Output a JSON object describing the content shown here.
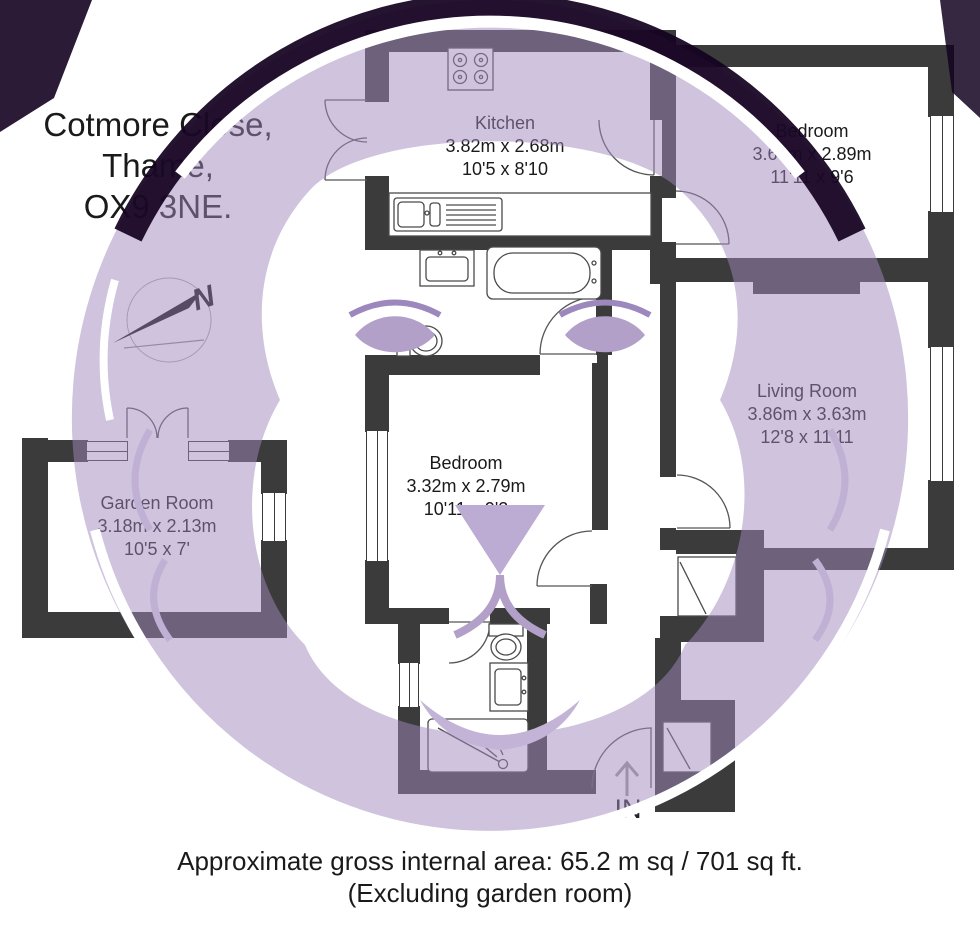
{
  "title": {
    "lines": [
      "Cotmore Close,",
      "Thame,",
      "OX9 3NE."
    ]
  },
  "compass": {
    "north_label": "N"
  },
  "rooms": {
    "kitchen": {
      "name": "Kitchen",
      "metric": "3.82m x 2.68m",
      "imperial": "10'5 x 8'10"
    },
    "bedroom_top": {
      "name": "Bedroom",
      "metric": "3.64m x 2.89m",
      "imperial": "11'11 x 9'6"
    },
    "living_room": {
      "name": "Living Room",
      "metric": "3.86m x 3.63m",
      "imperial": "12'8 x 11'11"
    },
    "bedroom_middle": {
      "name": "Bedroom",
      "metric": "3.32m x 2.79m",
      "imperial": "10'11 x 9'2"
    },
    "garden_room": {
      "name": "Garden Room",
      "metric": "3.18m x 2.13m",
      "imperial": "10'5 x 7'"
    }
  },
  "entrance": {
    "label": "IN"
  },
  "footer": {
    "line1": "Approximate gross internal area: 65.2 m sq / 701 sq ft.",
    "line2": "(Excluding garden room)"
  },
  "colors": {
    "wall": "#3b3b3b",
    "watermark_lavender": "#cfc3de",
    "watermark_dark": "#1d1126",
    "watermark_accent": "#b2a0c9",
    "text": "#1a1a1a"
  }
}
